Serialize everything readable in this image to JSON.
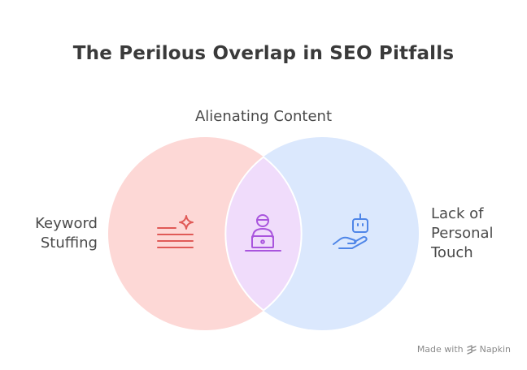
{
  "title": "The Perilous Overlap in SEO Pitfalls",
  "labels": {
    "top": "Alienating Content",
    "left": [
      "Keyword",
      "Stuffing"
    ],
    "right": [
      "Lack of",
      "Personal",
      "Touch"
    ]
  },
  "colors": {
    "left_circle": "#fdd8d6",
    "right_circle": "#dbe8fd",
    "overlap": "#f0dcfb",
    "left_icon": "#e05a57",
    "right_icon": "#4f86e8",
    "overlap_icon": "#a955dd"
  },
  "icons": {
    "left": "keyword-list-sparkle-icon",
    "overlap": "person-at-laptop-icon",
    "right": "robot-in-hand-icon"
  },
  "brand": {
    "prefix": "Made with",
    "name": "Napkin"
  }
}
